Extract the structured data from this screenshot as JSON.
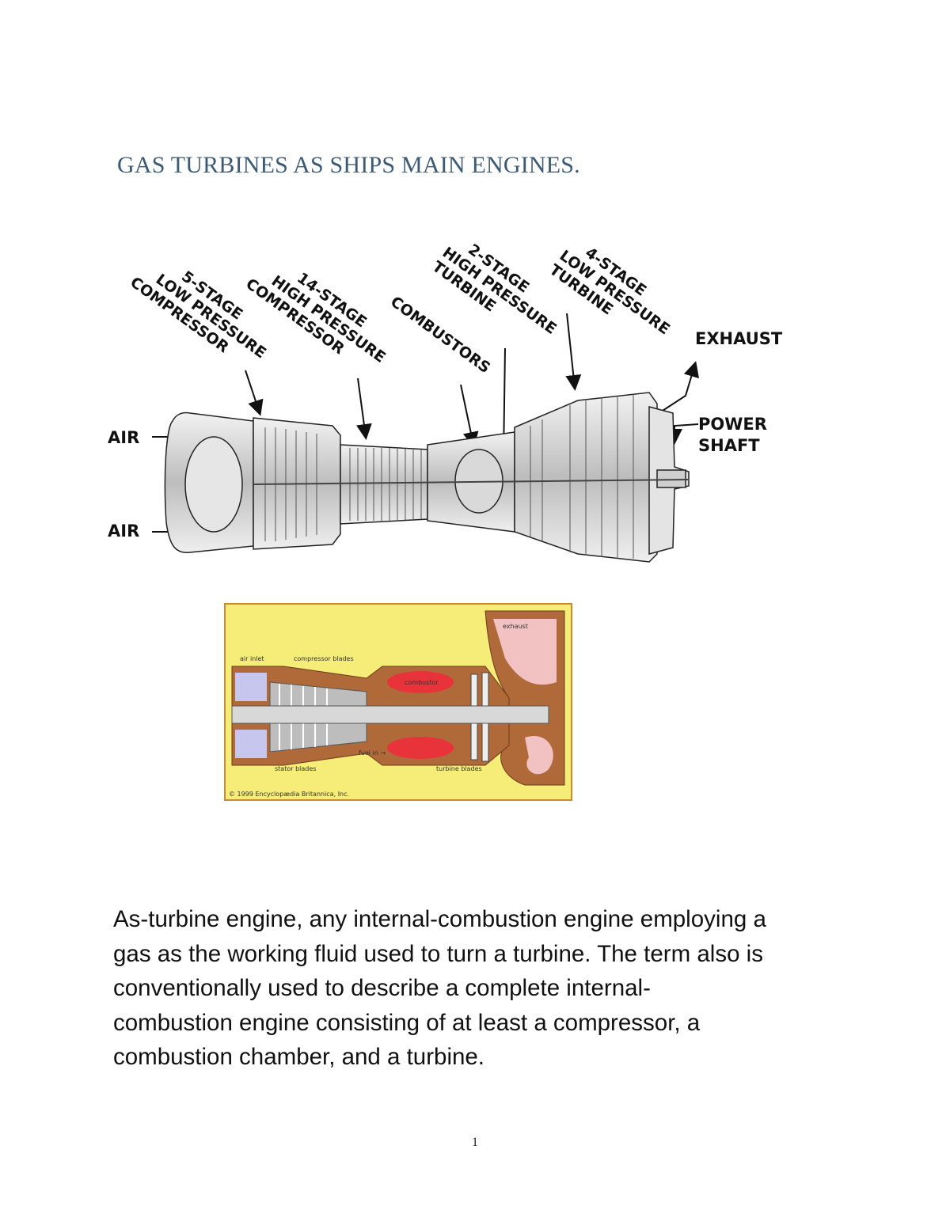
{
  "document": {
    "title": "GAS TURBINES AS SHIPS MAIN ENGINES.",
    "page_number": "1",
    "paragraph_lines": [
      " As-turbine engine, any internal-combustion engine employing a",
      "gas as the working fluid used to turn a turbine. The term also is",
      "conventionally used to describe a complete internal-",
      "combustion engine consisting of at least a compressor, a",
      "combustion chamber, and a turbine."
    ]
  },
  "figure_engine": {
    "labels": {
      "lpc_1": "5-STAGE",
      "lpc_2": "LOW PRESSURE",
      "lpc_3": "COMPRESSOR",
      "hpc_1": "14-STAGE",
      "hpc_2": "HIGH PRESSURE",
      "hpc_3": "COMPRESSOR",
      "combustors": "COMBUSTORS",
      "hpt_1": "2-STAGE",
      "hpt_2": "HIGH PRESSURE",
      "hpt_3": "TURBINE",
      "lpt_1": "4-STAGE",
      "lpt_2": "LOW PRESSURE",
      "lpt_3": "TURBINE",
      "exhaust": "EXHAUST",
      "power_1": "POWER",
      "power_2": "SHAFT",
      "air_top": "AIR",
      "air_bottom": "AIR"
    }
  },
  "figure_diagram": {
    "labels": {
      "exhaust": "exhaust",
      "air_inlet": "air inlet",
      "compressor_blades": "compressor blades",
      "combustor": "combustor",
      "fuel_in": "fuel in →",
      "stator_blades": "stator blades",
      "turbine_blades": "turbine blades",
      "copyright": "© 1999 Encyclopædia Britannica, Inc."
    }
  }
}
